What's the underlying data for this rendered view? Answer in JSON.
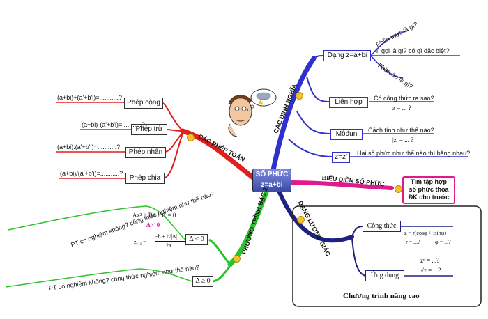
{
  "center": {
    "line1": "SỐ PHỨC",
    "line2": "z=a+bi"
  },
  "ops": {
    "title": "CÁC PHÉP TOÁN",
    "add": {
      "label": "Phép cộng",
      "expr": "(a+bi)+(a'+b'i)=...........?"
    },
    "sub": {
      "label": "Phép trừ",
      "expr": "(a+bi)-(a'+b'i)=...........?"
    },
    "mul": {
      "label": "Phép nhân",
      "expr": "(a+bi).(a'+b'i)=...........?"
    },
    "div": {
      "label": "Phép chia",
      "expr": "(a+bi)/(a'+b'i)=...........?"
    }
  },
  "defs": {
    "title": "CÁC ĐỊNH NGHĨA",
    "form": {
      "label": "Dạng z=a+bi",
      "q1": "Phần thực là gì?",
      "q2": "i: gọi là gì? có gì đặc biệt?",
      "q3": "Phần ảo là gì?"
    },
    "conj": {
      "label": "Liên hợp",
      "q": "Có công thức ra sao?",
      "f": "z = ... ?"
    },
    "mod": {
      "label": "Môđun",
      "q": "Cách tính như thế nào?",
      "f": "|z| = ... ?"
    },
    "eq": {
      "label": "z=z'",
      "q": "Hai số phức như thế nào thì bằng nhau?"
    }
  },
  "rep": {
    "title": "BIỂU DIỄN SỐ PHỨC",
    "box_l1": "Tìm tập hợp",
    "box_l2": "số phức thỏa",
    "box_l3": "ĐK cho trước"
  },
  "trig": {
    "title": "DẠNG LƯỢNG GIÁC",
    "formula": {
      "label": "Công thức",
      "f1": "z = r(cosφ + isinφ)",
      "f2": "r = ...?",
      "f3": "φ = ...?"
    },
    "app": {
      "label": "Ứng dụng",
      "f1": "zⁿ = ...?",
      "f2": "√z = ...?"
    },
    "advanced": "Chương trình nâng cao"
  },
  "quad": {
    "title": "PHƯƠNG TRÌNH BẬC 2",
    "neg": {
      "label": "Δ < 0",
      "q": "PT có nghiệm không? công thức nghiệm như thế nào?",
      "eq": "Az² + Bz + C = 0",
      "cond": "Δ < 0",
      "lhs": "z₁,₂ =",
      "num": "−b ± i√|Δ|",
      "den": "2a"
    },
    "pos": {
      "label": "Δ ≥ 0",
      "q": "PT có nghiệm không? công thức nghiệm như thế nào?"
    }
  },
  "colors": {
    "red": "#e02020",
    "blue": "#3030cc",
    "navy": "#202080",
    "pink": "#e01a8c",
    "green": "#2cc42c"
  }
}
